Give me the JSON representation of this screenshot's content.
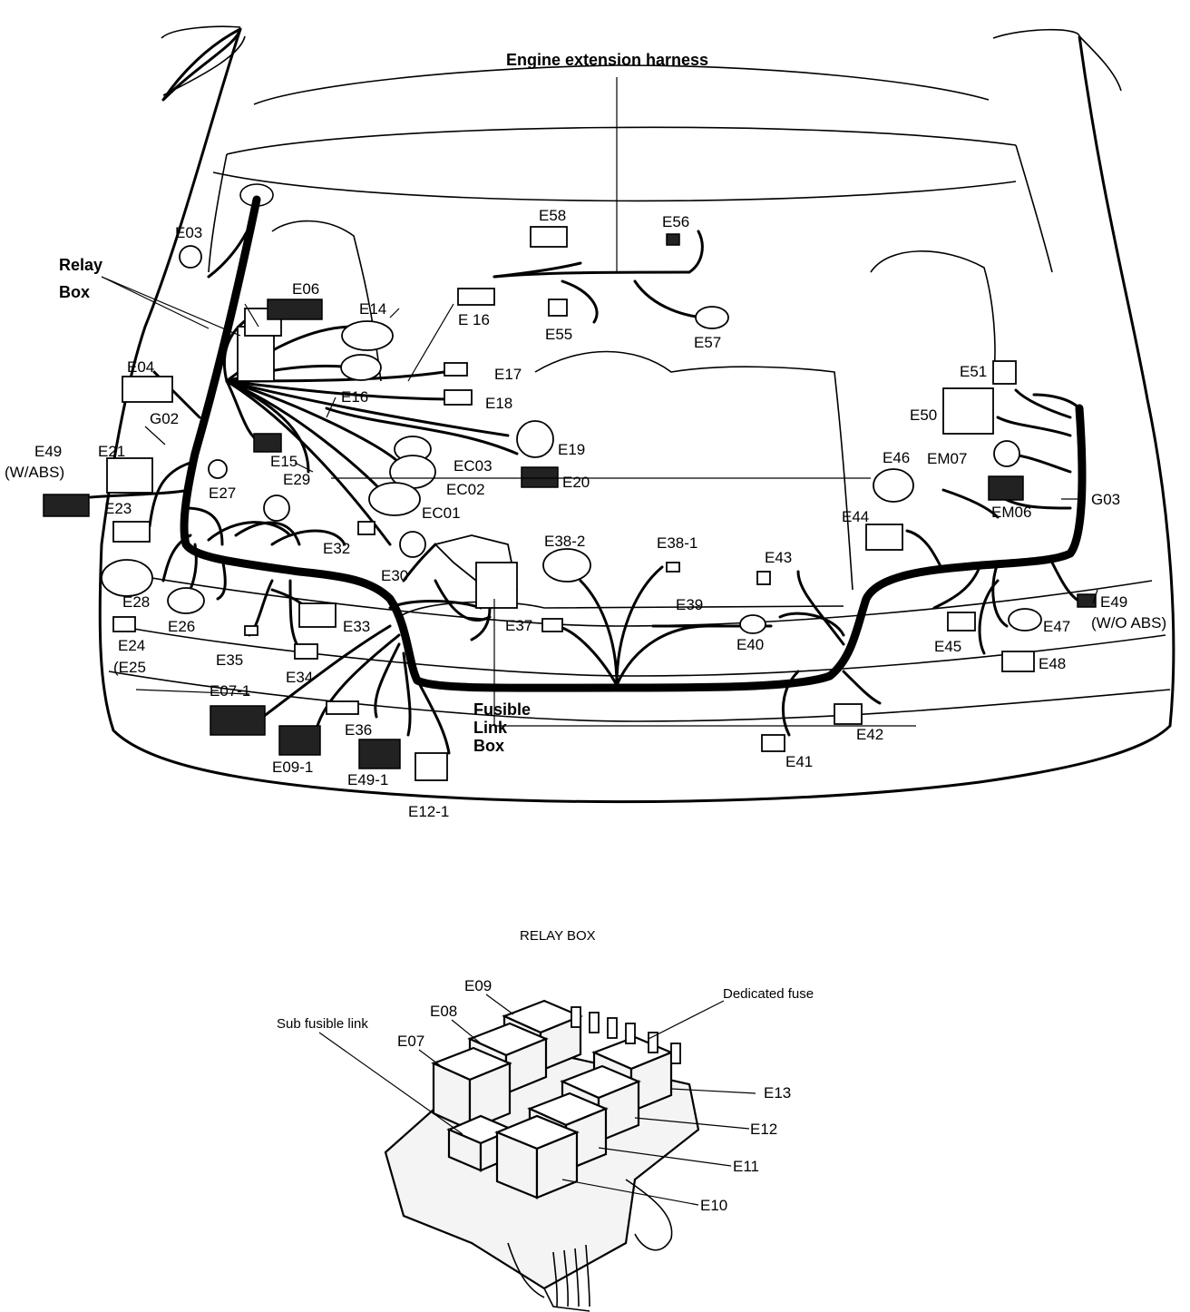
{
  "title_top": "Engine extension harness",
  "relay_box_title": "RELAY BOX",
  "labels": {
    "relay_box_1": "Relay",
    "relay_box_2": "Box",
    "fusible_1": "Fusible",
    "fusible_2": "Link",
    "fusible_3": "Box",
    "e03": "E03",
    "e06": "E06",
    "e14": "E14",
    "e16a": "E 16",
    "e55": "E55",
    "e58": "E58",
    "e56": "E56",
    "e57": "E57",
    "e04": "E04",
    "g02": "G02",
    "e49a_1": "E49",
    "e49a_2": "(W/ABS)",
    "e21": "E21",
    "e23": "E23",
    "e27": "E27",
    "e15": "E15",
    "e29": "E29",
    "e16b": "E16",
    "e17": "E17",
    "e18": "E18",
    "e19": "E19",
    "ec03": "EC03",
    "e20": "E20",
    "ec02": "EC02",
    "ec01": "EC01",
    "e32": "E32",
    "e30": "E30",
    "e28": "E28",
    "e26": "E26",
    "e24": "E24",
    "e25": "(E25",
    "e35": "E35",
    "e33": "E33",
    "e34": "E34",
    "e07_1": "E07-1",
    "e36": "E36",
    "e09_1": "E09-1",
    "e49_1": "E49-1",
    "e12_1": "E12-1",
    "e37": "E37",
    "e38_2": "E38-2",
    "e38_1": "E38-1",
    "e39": "E39",
    "e40": "E40",
    "e43": "E43",
    "e41": "E41",
    "e42": "E42",
    "e51": "E51",
    "e50": "E50",
    "e46": "E46",
    "em07": "EM07",
    "em06": "EM06",
    "g03": "G03",
    "e44": "E44",
    "e49b_1": "E49",
    "e49b_2": "(W/O ABS)",
    "e47": "E47",
    "e45": "E45",
    "e48": "E48"
  },
  "relay_labels": {
    "e09": "E09",
    "e08": "E08",
    "e07": "E07",
    "sub_fusible": "Sub fusible link",
    "dedicated": "Dedicated fuse",
    "e13": "E13",
    "e12": "E12",
    "e11": "E11",
    "e10": "E10"
  }
}
